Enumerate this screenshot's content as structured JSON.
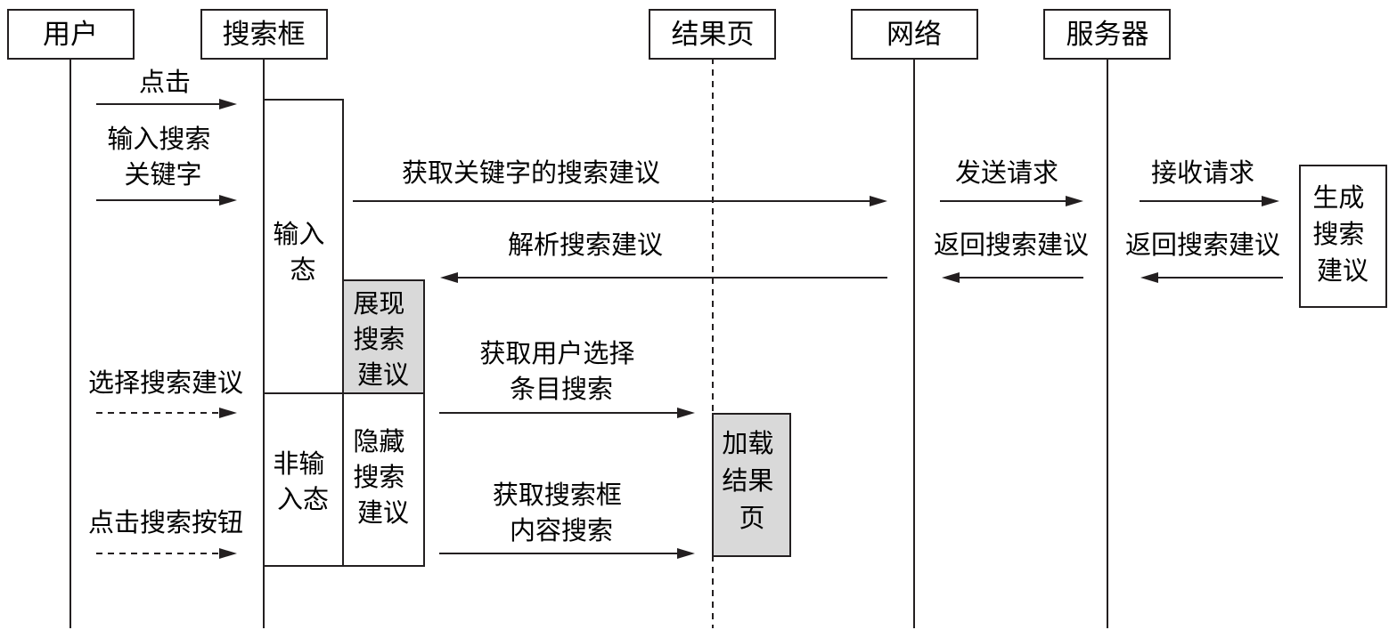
{
  "actors": {
    "user": "用户",
    "searchbox": "搜索框",
    "resultpage": "结果页",
    "network": "网络",
    "server": "服务器"
  },
  "messages": {
    "click": "点击",
    "input_line1": "输入搜索",
    "input_line2": "关键字",
    "get_suggest": "获取关键字的搜索建议",
    "send_request": "发送请求",
    "receive_request": "接收请求",
    "parse_suggest": "解析搜索建议",
    "return_suggest_net": "返回搜索建议",
    "return_suggest_server": "返回搜索建议",
    "select_suggest": "选择搜索建议",
    "get_user_select_line1": "获取用户选择",
    "get_user_select_line2": "条目搜索",
    "click_search_button": "点击搜索按钮",
    "get_box_content_line1": "获取搜索框",
    "get_box_content_line2": "内容搜索"
  },
  "states": {
    "input_state_line1": "输入",
    "input_state_line2": "态",
    "non_input_line1": "非输",
    "non_input_line2": "入态",
    "show_line1": "展现",
    "show_line2": "搜索",
    "show_line3": "建议",
    "hide_line1": "隐藏",
    "hide_line2": "搜索",
    "hide_line3": "建议",
    "generate_line1": "生成",
    "generate_line2": "搜索",
    "generate_line3": "建议",
    "load_line1": "加载",
    "load_line2": "结果",
    "load_line3": "页"
  },
  "colors": {
    "ink": "#231f20",
    "highlight_fill": "#d9d9d9",
    "background": "#ffffff"
  }
}
